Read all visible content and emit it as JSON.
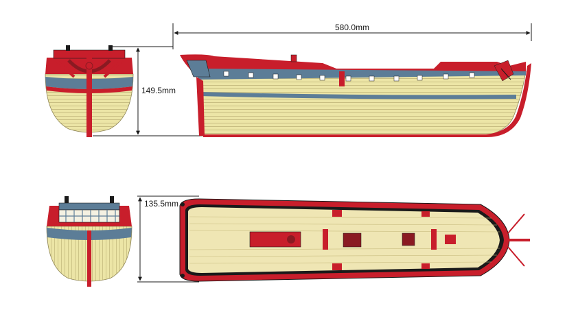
{
  "dimensions": {
    "length": "580.0mm",
    "height": "149.5mm",
    "beam": "135.5mm"
  },
  "colors": {
    "hull_red": "#c81e2b",
    "plank_cream": "#ece5a6",
    "plank_line": "#b9ae72",
    "wale_blue": "#5c7d97",
    "black": "#1a1a1a",
    "deck_cream": "#efe6b4"
  }
}
